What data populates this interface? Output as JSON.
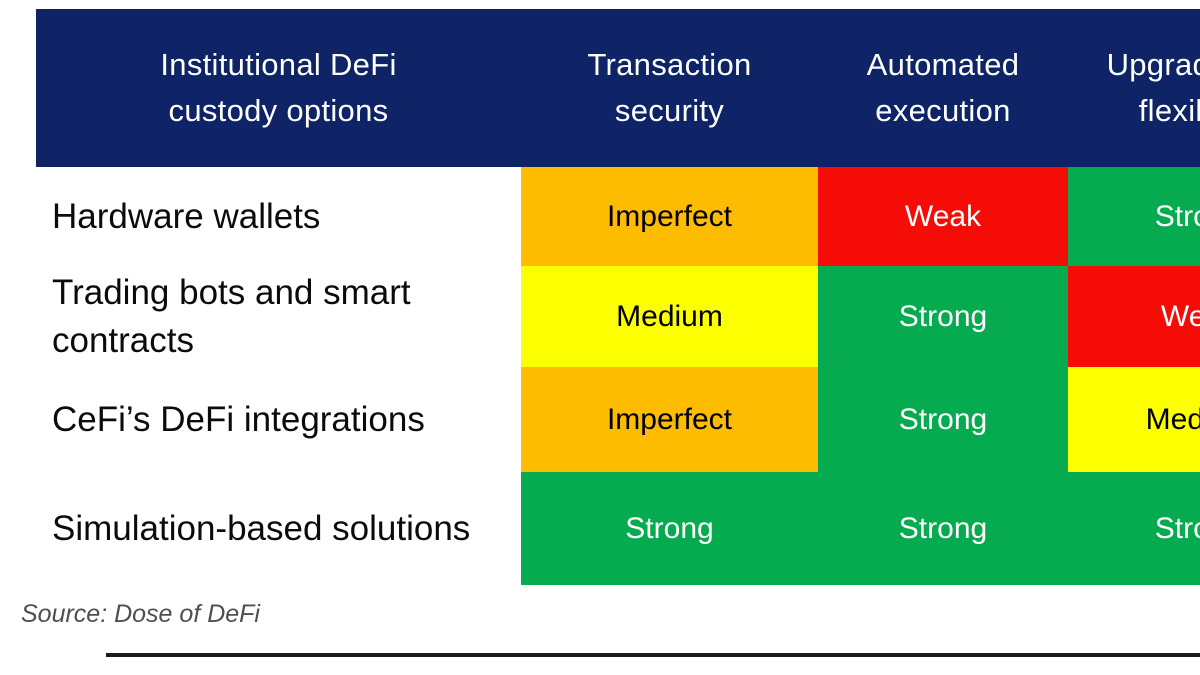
{
  "colors": {
    "header_bg": "#0E2467",
    "header_text": "#FFFFFF",
    "orange": "#FDBC00",
    "yellow": "#FCFF00",
    "red": "#F60C06",
    "green": "#07AB4F",
    "source_text": "#4F4F4F",
    "rule": "#1B1B1B"
  },
  "table": {
    "columns": [
      {
        "label": "Institutional DeFi\ncustody options"
      },
      {
        "label": "Transaction\nsecurity"
      },
      {
        "label": "Automated\nexecution"
      },
      {
        "label": "Upgradability\nflexibility"
      }
    ],
    "rows": [
      {
        "label": "Hardware wallets",
        "cells": [
          {
            "text": "Imperfect",
            "bg": "#FDBC00",
            "fg": "#000000"
          },
          {
            "text": "Weak",
            "bg": "#F60C06",
            "fg": "#FFFFFF"
          },
          {
            "text": "Strong",
            "bg": "#07AB4F",
            "fg": "#FFFFFF"
          }
        ]
      },
      {
        "label": "Trading bots and smart\ncontracts",
        "cells": [
          {
            "text": "Medium",
            "bg": "#FCFF00",
            "fg": "#000000"
          },
          {
            "text": "Strong",
            "bg": "#07AB4F",
            "fg": "#FFFFFF"
          },
          {
            "text": "Weak",
            "bg": "#F60C06",
            "fg": "#FFFFFF"
          }
        ]
      },
      {
        "label": "CeFi’s DeFi integrations",
        "cells": [
          {
            "text": "Imperfect",
            "bg": "#FDBC00",
            "fg": "#000000"
          },
          {
            "text": "Strong",
            "bg": "#07AB4F",
            "fg": "#FFFFFF"
          },
          {
            "text": "Medium",
            "bg": "#FCFF00",
            "fg": "#000000"
          }
        ]
      },
      {
        "label": "Simulation-based solutions",
        "cells": [
          {
            "text": "Strong",
            "bg": "#07AB4F",
            "fg": "#FFFFFF"
          },
          {
            "text": "Strong",
            "bg": "#07AB4F",
            "fg": "#FFFFFF"
          },
          {
            "text": "Strong",
            "bg": "#07AB4F",
            "fg": "#FFFFFF"
          }
        ]
      }
    ]
  },
  "source": {
    "text": "Source: Dose of DeFi"
  },
  "chart_data": {
    "type": "table",
    "title": "Institutional DeFi custody options",
    "columns": [
      "Transaction security",
      "Automated execution",
      "Upgradability flexibility"
    ],
    "rows": [
      "Hardware wallets",
      "Trading bots and smart contracts",
      "CeFi’s DeFi integrations",
      "Simulation-based solutions"
    ],
    "values": [
      [
        "Imperfect",
        "Weak",
        "Strong"
      ],
      [
        "Medium",
        "Strong",
        "Weak"
      ],
      [
        "Imperfect",
        "Strong",
        "Medium"
      ],
      [
        "Strong",
        "Strong",
        "Strong"
      ]
    ],
    "color_coding": {
      "Strong": "green",
      "Medium": "yellow",
      "Imperfect": "orange",
      "Weak": "red"
    },
    "layout_hints": "rightmost column clipped at image edge; header navy band; source caption bottom-left; horizontal rule at bottom"
  }
}
